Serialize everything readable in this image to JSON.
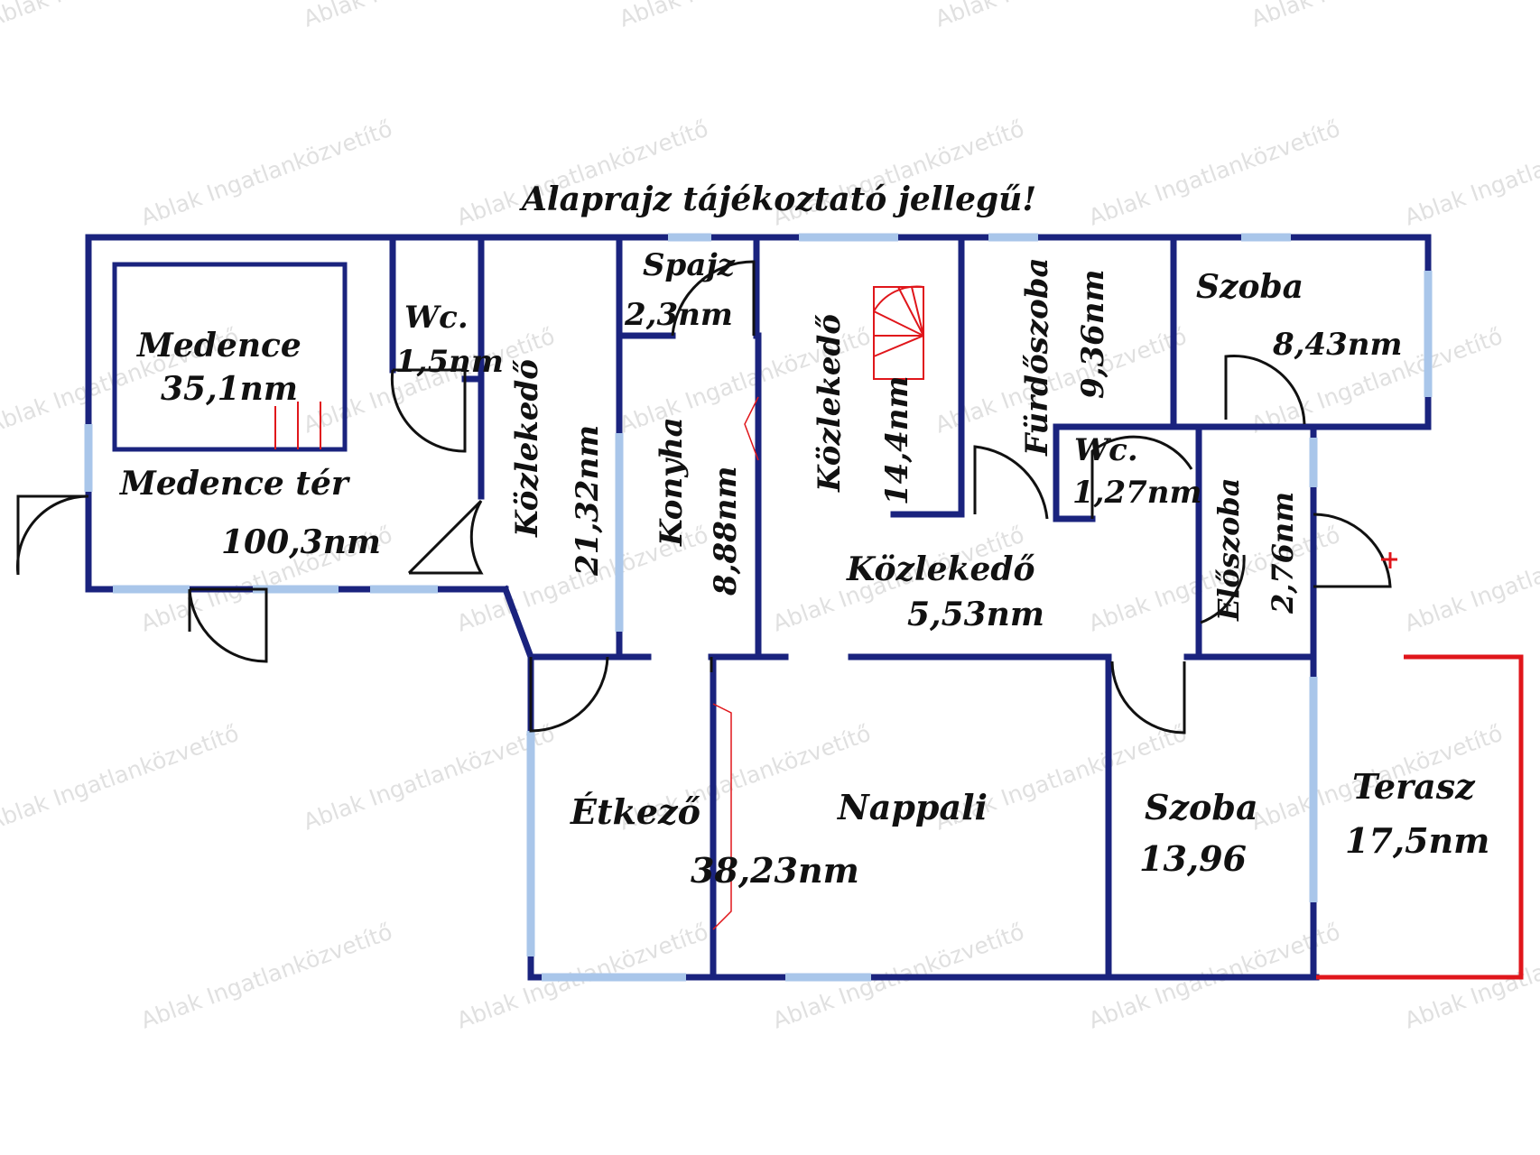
{
  "title": "Alaprajz tájékoztató jellegű!",
  "watermark": "Ablak Ingatlanközvetítő",
  "colors": {
    "wall": "#1a237e",
    "window": "#a9c6ea",
    "terrace": "#e0161b",
    "stair": "#e0161b",
    "text": "#111111"
  },
  "rooms": {
    "medence": {
      "name": "Medence",
      "area": "35,1nm"
    },
    "medence_ter": {
      "name": "Medence tér",
      "area": "100,3nm"
    },
    "wc1": {
      "name": "Wc.",
      "area": "1,5nm"
    },
    "kozlekedo1": {
      "name": "Közlekedő",
      "area": "21,32nm"
    },
    "spajz": {
      "name": "Spajz",
      "area": "2,3nm"
    },
    "konyha": {
      "name": "Konyha",
      "area": "8,88nm"
    },
    "kozlekedo2": {
      "name": "Közlekedő",
      "area": "14,4nm"
    },
    "furdoszoba": {
      "name": "Fürdőszoba",
      "area": "9,36nm"
    },
    "szoba1": {
      "name": "Szoba",
      "area": "8,43nm"
    },
    "wc2": {
      "name": "Wc.",
      "area": "1,27nm"
    },
    "eloszoba": {
      "name": "Előszoba",
      "area": "2,76nm"
    },
    "kozlekedo3": {
      "name": "Közlekedő",
      "area": "5,53nm"
    },
    "etkezo": {
      "name": "Étkező"
    },
    "nappali": {
      "name": "Nappali",
      "area": "38,23nm"
    },
    "szoba2": {
      "name": "Szoba",
      "area": "13,96"
    },
    "terasz": {
      "name": "Terasz",
      "area": "17,5nm"
    }
  }
}
